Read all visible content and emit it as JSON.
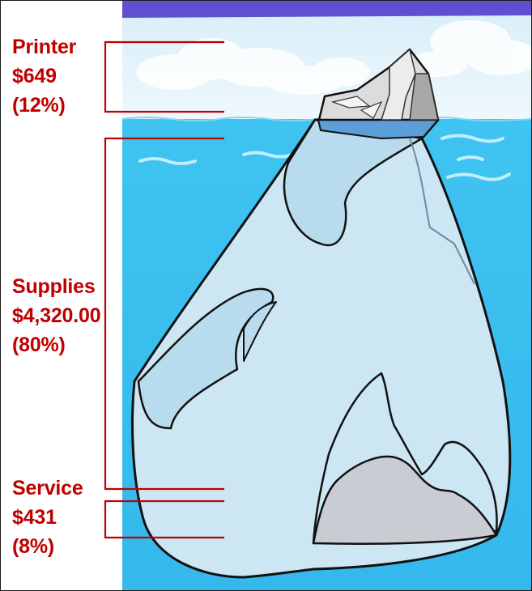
{
  "colors": {
    "label_red": "#c00000",
    "sky": "#e1f4fb",
    "sky_band": "#6050d0",
    "water": "#3dc1ef",
    "ice": "#cce6f4",
    "ice_shadow": "#a9d0e9",
    "tip_gray": "#d8d8d8",
    "hidden_gray": "#c9ccd2",
    "waterline_blue": "#5b9fd8"
  },
  "segments": [
    {
      "id": "printer",
      "name": "Printer",
      "amount": "$649",
      "percent": "(12%)",
      "share": 0.12
    },
    {
      "id": "supplies",
      "name": "Supplies",
      "amount": "$4,320.00",
      "percent": "(80%)",
      "share": 0.8
    },
    {
      "id": "service",
      "name": "Service",
      "amount": "$431",
      "percent": "(8%)",
      "share": 0.08
    }
  ]
}
